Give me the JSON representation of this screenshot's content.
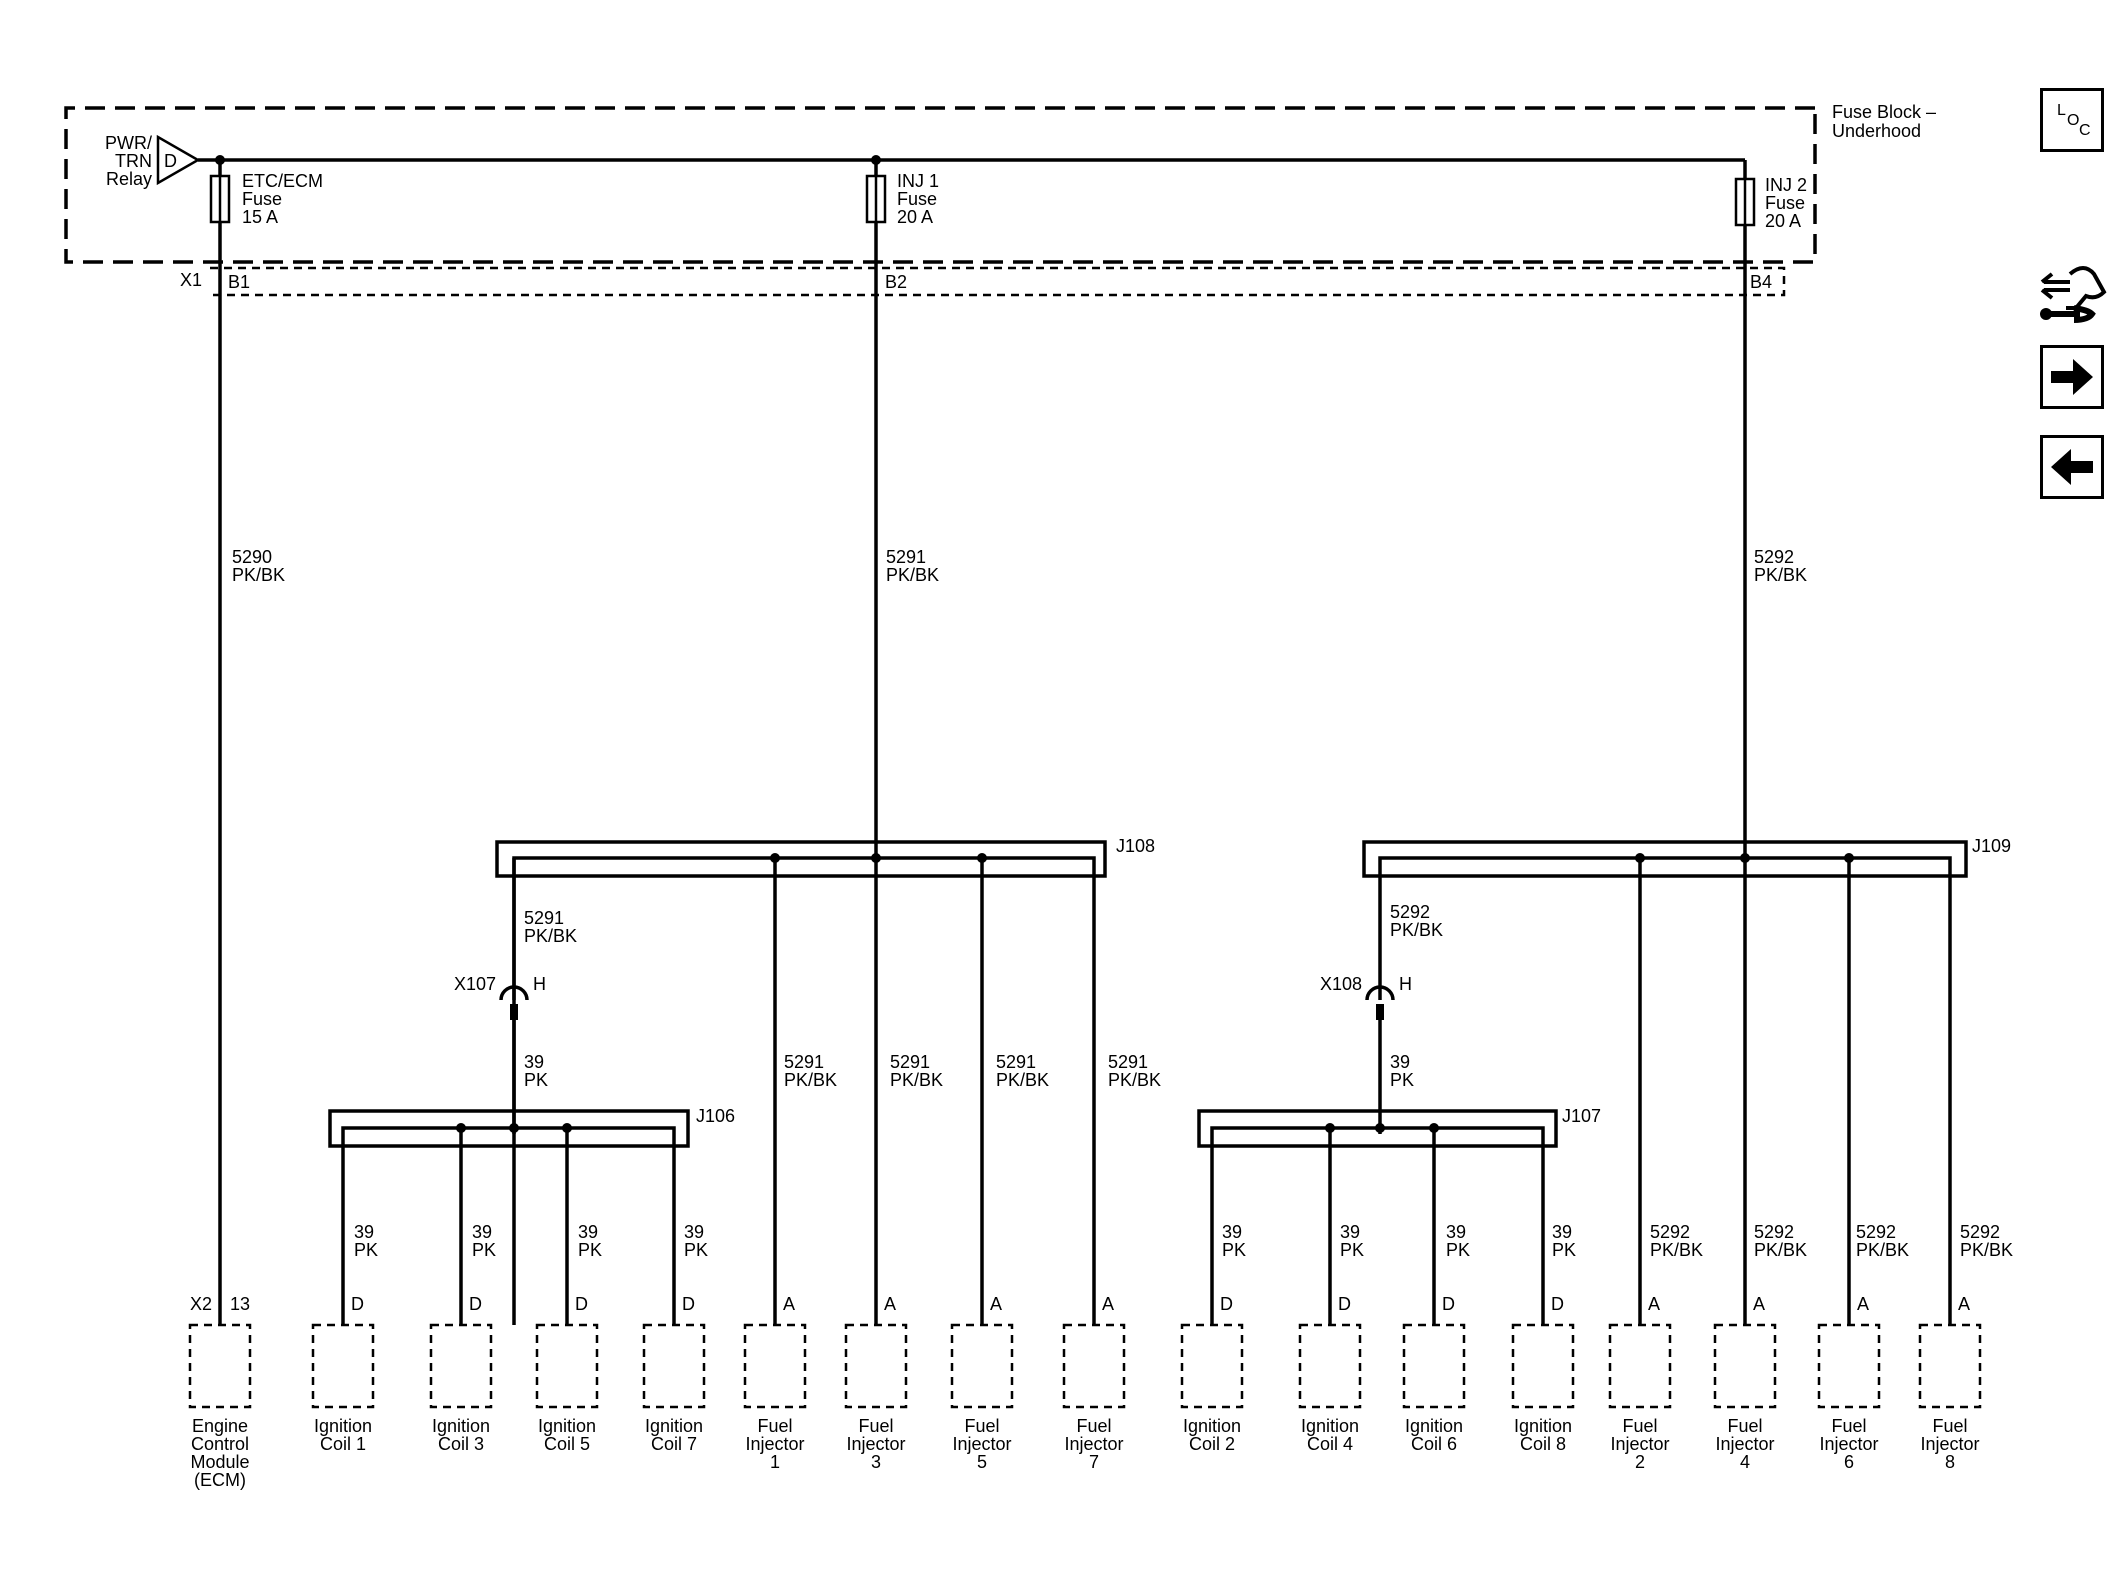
{
  "fuse_block": {
    "label_line1": "Fuse Block –",
    "label_line2": "Underhood",
    "relay": {
      "line1": "PWR/",
      "line2": "TRN",
      "line3": "Relay",
      "pin": "D"
    },
    "connector": "X1",
    "fuses": [
      {
        "name": "ETC/ECM",
        "word": "Fuse",
        "rating": "15 A",
        "pin": "B1"
      },
      {
        "name": "INJ 1",
        "word": "Fuse",
        "rating": "20 A",
        "pin": "B2"
      },
      {
        "name": "INJ 2",
        "word": "Fuse",
        "rating": "20 A",
        "pin": "B4"
      }
    ]
  },
  "main_wires": [
    {
      "circuit": "5290",
      "color": "PK/BK"
    },
    {
      "circuit": "5291",
      "color": "PK/BK"
    },
    {
      "circuit": "5292",
      "color": "PK/BK"
    }
  ],
  "splices": {
    "j108": "J108",
    "j109": "J109",
    "j106": "J106",
    "j107": "J107"
  },
  "inline_connectors": [
    {
      "name": "X107",
      "pin": "H",
      "upper_circuit": "5291",
      "upper_color": "PK/BK",
      "lower_circuit": "39",
      "lower_color": "PK"
    },
    {
      "name": "X108",
      "pin": "H",
      "upper_circuit": "5292",
      "upper_color": "PK/BK",
      "lower_circuit": "39",
      "lower_color": "PK"
    }
  ],
  "mid_wires": [
    {
      "circuit": "5291",
      "color": "PK/BK"
    },
    {
      "circuit": "5291",
      "color": "PK/BK"
    },
    {
      "circuit": "5291",
      "color": "PK/BK"
    },
    {
      "circuit": "5291",
      "color": "PK/BK"
    }
  ],
  "component_wires": [
    {
      "circuit": "39",
      "color": "PK"
    },
    {
      "circuit": "39",
      "color": "PK"
    },
    {
      "circuit": "39",
      "color": "PK"
    },
    {
      "circuit": "39",
      "color": "PK"
    },
    {
      "circuit": "39",
      "color": "PK"
    },
    {
      "circuit": "39",
      "color": "PK"
    },
    {
      "circuit": "39",
      "color": "PK"
    },
    {
      "circuit": "39",
      "color": "PK"
    },
    {
      "circuit": "5292",
      "color": "PK/BK"
    },
    {
      "circuit": "5292",
      "color": "PK/BK"
    },
    {
      "circuit": "5292",
      "color": "PK/BK"
    },
    {
      "circuit": "5292",
      "color": "PK/BK"
    }
  ],
  "ecm": {
    "connector": "X2",
    "pin": "13",
    "line1": "Engine",
    "line2": "Control",
    "line3": "Module",
    "line4": "(ECM)"
  },
  "components": [
    {
      "pin": "D",
      "line1": "Ignition",
      "line2": "Coil 1",
      "line3": ""
    },
    {
      "pin": "D",
      "line1": "Ignition",
      "line2": "Coil 3",
      "line3": ""
    },
    {
      "pin": "D",
      "line1": "Ignition",
      "line2": "Coil 5",
      "line3": ""
    },
    {
      "pin": "D",
      "line1": "Ignition",
      "line2": "Coil 7",
      "line3": ""
    },
    {
      "pin": "A",
      "line1": "Fuel",
      "line2": "Injector",
      "line3": "1"
    },
    {
      "pin": "A",
      "line1": "Fuel",
      "line2": "Injector",
      "line3": "3"
    },
    {
      "pin": "A",
      "line1": "Fuel",
      "line2": "Injector",
      "line3": "5"
    },
    {
      "pin": "A",
      "line1": "Fuel",
      "line2": "Injector",
      "line3": "7"
    },
    {
      "pin": "D",
      "line1": "Ignition",
      "line2": "Coil 2",
      "line3": ""
    },
    {
      "pin": "D",
      "line1": "Ignition",
      "line2": "Coil 4",
      "line3": ""
    },
    {
      "pin": "D",
      "line1": "Ignition",
      "line2": "Coil 6",
      "line3": ""
    },
    {
      "pin": "D",
      "line1": "Ignition",
      "line2": "Coil 8",
      "line3": ""
    },
    {
      "pin": "A",
      "line1": "Fuel",
      "line2": "Injector",
      "line3": "2"
    },
    {
      "pin": "A",
      "line1": "Fuel",
      "line2": "Injector",
      "line3": "4"
    },
    {
      "pin": "A",
      "line1": "Fuel",
      "line2": "Injector",
      "line3": "6"
    },
    {
      "pin": "A",
      "line1": "Fuel",
      "line2": "Injector",
      "line3": "8"
    }
  ],
  "sidebar": {
    "loc_l": "L",
    "loc_o": "O",
    "loc_c": "C",
    "icons": [
      "loc-icon",
      "connector-tool-icon",
      "arrow-right-icon",
      "arrow-left-icon"
    ]
  }
}
